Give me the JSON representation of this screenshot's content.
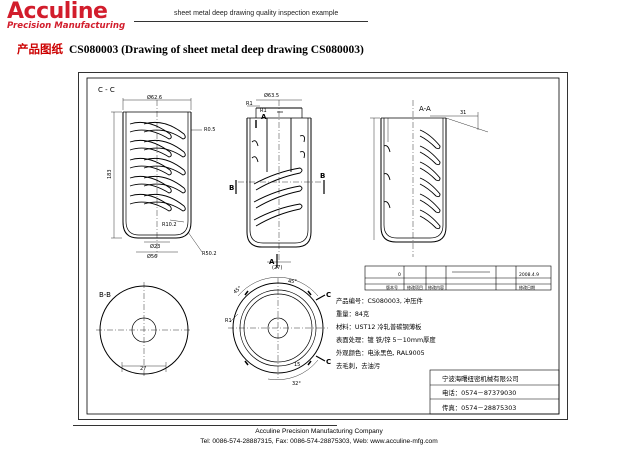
{
  "brand": {
    "name": "Acculine",
    "tagline": "Precision Manufacturing",
    "color": "#d21d2c"
  },
  "header": {
    "title": "sheet metal deep drawing quality inspection example"
  },
  "heading": {
    "cn": "产品图纸",
    "en": "CS080003 (Drawing of sheet metal deep drawing CS080003)"
  },
  "drawing": {
    "views": {
      "cc": "C - C",
      "aa": "A-A",
      "bb": "B-B"
    },
    "cut_labels": {
      "a_top": "A",
      "a_bottom": "A",
      "b_left": "B",
      "b_right": "B",
      "c_upper": "C",
      "c_lower": "C"
    },
    "dims": {
      "d62": "Ø62.6",
      "d63": "Ø63.5",
      "r05": "R0.5",
      "r1a": "R1",
      "r1b": "R1",
      "r1c": "R1",
      "h183": "183",
      "r102": "R10.2",
      "r502": "R50.2",
      "d23": "Ø23",
      "d56": "Ø56",
      "w27": "(27)",
      "w31": "31",
      "w27b": "27",
      "a45": "45°",
      "a45b": "45°",
      "a32": "32°",
      "d15": "15"
    },
    "title_block": {
      "rev_row": {
        "no": "0",
        "date": "2008.4.9"
      },
      "header_cells": [
        "版本号",
        "修改项目",
        "修改内容",
        "",
        "",
        "修改日期"
      ],
      "product_no": "产品编号：CS080003, 冲压件",
      "weight": "重量：84克",
      "material": "材料：UST12 冷轧普碳钢薄板",
      "surface": "表面处理：镀 铁/锌 5－10mm厚度",
      "appearance": "外观颜色：电泳黑色, RAL9005",
      "deburr": "去毛刺，去油污",
      "company": "宁波海曙纽密机械有限公司",
      "phone": "电话：0574－87379030",
      "fax": "传真：0574－28875303"
    }
  },
  "footer": {
    "company": "Acculine Precision Manufacturing Company",
    "contact": "Tel: 0086-574-28887315, Fax: 0086-574-28875303, Web: www.acculine-mfg.com"
  }
}
